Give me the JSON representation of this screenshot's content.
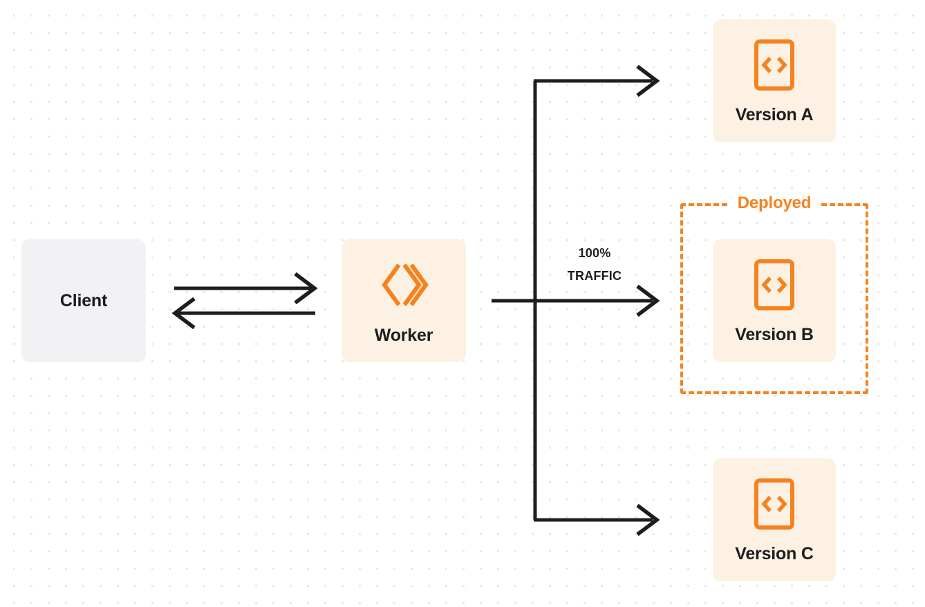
{
  "diagram": {
    "title": "Worker version traffic routing",
    "background": {
      "style": "dot-grid",
      "dot_color": "#e6e6e9",
      "canvas_color": "#ffffff"
    },
    "colors": {
      "orange": "#f6821f",
      "orange_fill": "#fdf1e3",
      "gray_fill": "#f2f2f4",
      "text_dark": "#1d1d1f"
    },
    "nodes": [
      {
        "id": "client",
        "label": "Client",
        "icon": "none",
        "fill": "gray"
      },
      {
        "id": "worker",
        "label": "Worker",
        "icon": "workers-logo-icon",
        "fill": "orange"
      },
      {
        "id": "version-a",
        "label": "Version A",
        "icon": "code-file-icon",
        "fill": "orange"
      },
      {
        "id": "version-b",
        "label": "Version B",
        "icon": "code-file-icon",
        "fill": "orange"
      },
      {
        "id": "version-c",
        "label": "Version C",
        "icon": "code-file-icon",
        "fill": "orange"
      }
    ],
    "group": {
      "id": "deployed-group",
      "label": "Deployed",
      "target": "version-b",
      "border": "dashed"
    },
    "traffic": {
      "percent": "100%",
      "caption": "TRAFFIC",
      "target": "version-b"
    },
    "edges": [
      {
        "from": "client",
        "to": "worker",
        "direction": "right"
      },
      {
        "from": "worker",
        "to": "client",
        "direction": "left"
      },
      {
        "from": "worker",
        "to": "version-a",
        "direction": "right"
      },
      {
        "from": "worker",
        "to": "version-b",
        "direction": "right"
      },
      {
        "from": "worker",
        "to": "version-c",
        "direction": "right"
      }
    ]
  }
}
